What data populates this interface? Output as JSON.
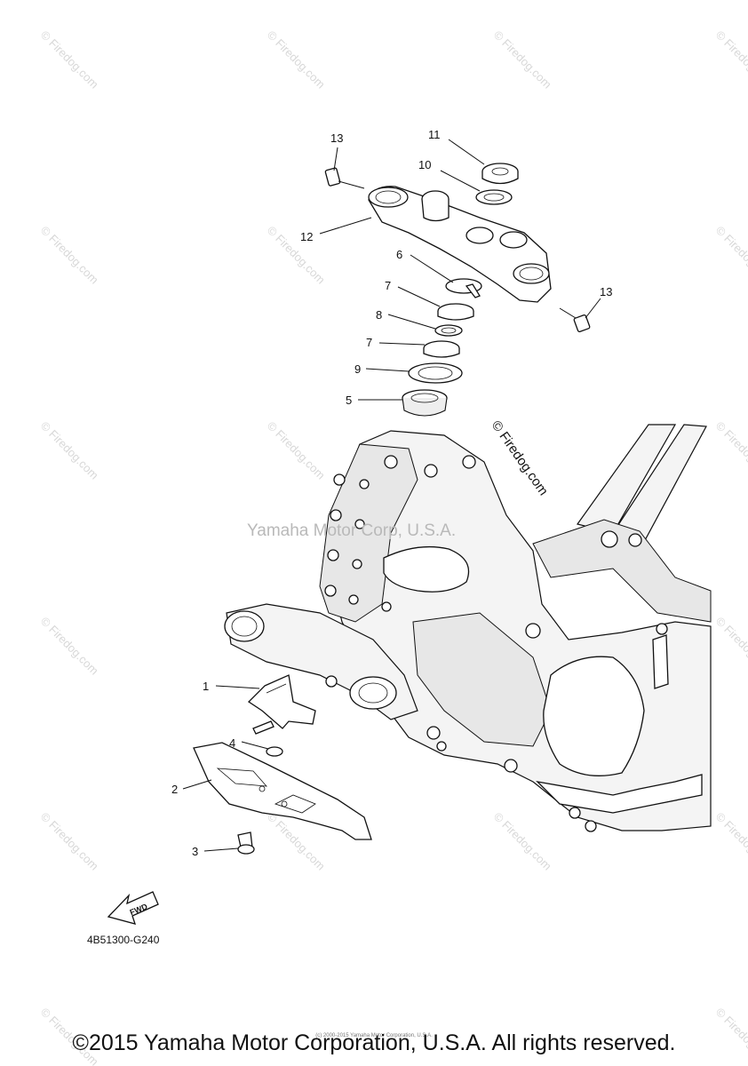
{
  "diagram_code": "4B51300-G240",
  "fwd_label": "FWD",
  "center_watermark": "Yamaha Motor Corp, U.S.A.",
  "side_watermark": "© Firedog.com",
  "tile_watermark": "© Firedog.com",
  "footer": "©2015 Yamaha Motor Corporation, U.S.A. All rights reserved.",
  "footer_small": "(c) 2000-2015 Yamaha Motor Corporation, U.S.A.",
  "callouts": {
    "c1": "1",
    "c2": "2",
    "c3": "3",
    "c4": "4",
    "c5": "5",
    "c6": "6",
    "c7a": "7",
    "c7b": "7",
    "c8": "8",
    "c9": "9",
    "c10": "10",
    "c11": "11",
    "c12": "12",
    "c13a": "13",
    "c13b": "13"
  }
}
